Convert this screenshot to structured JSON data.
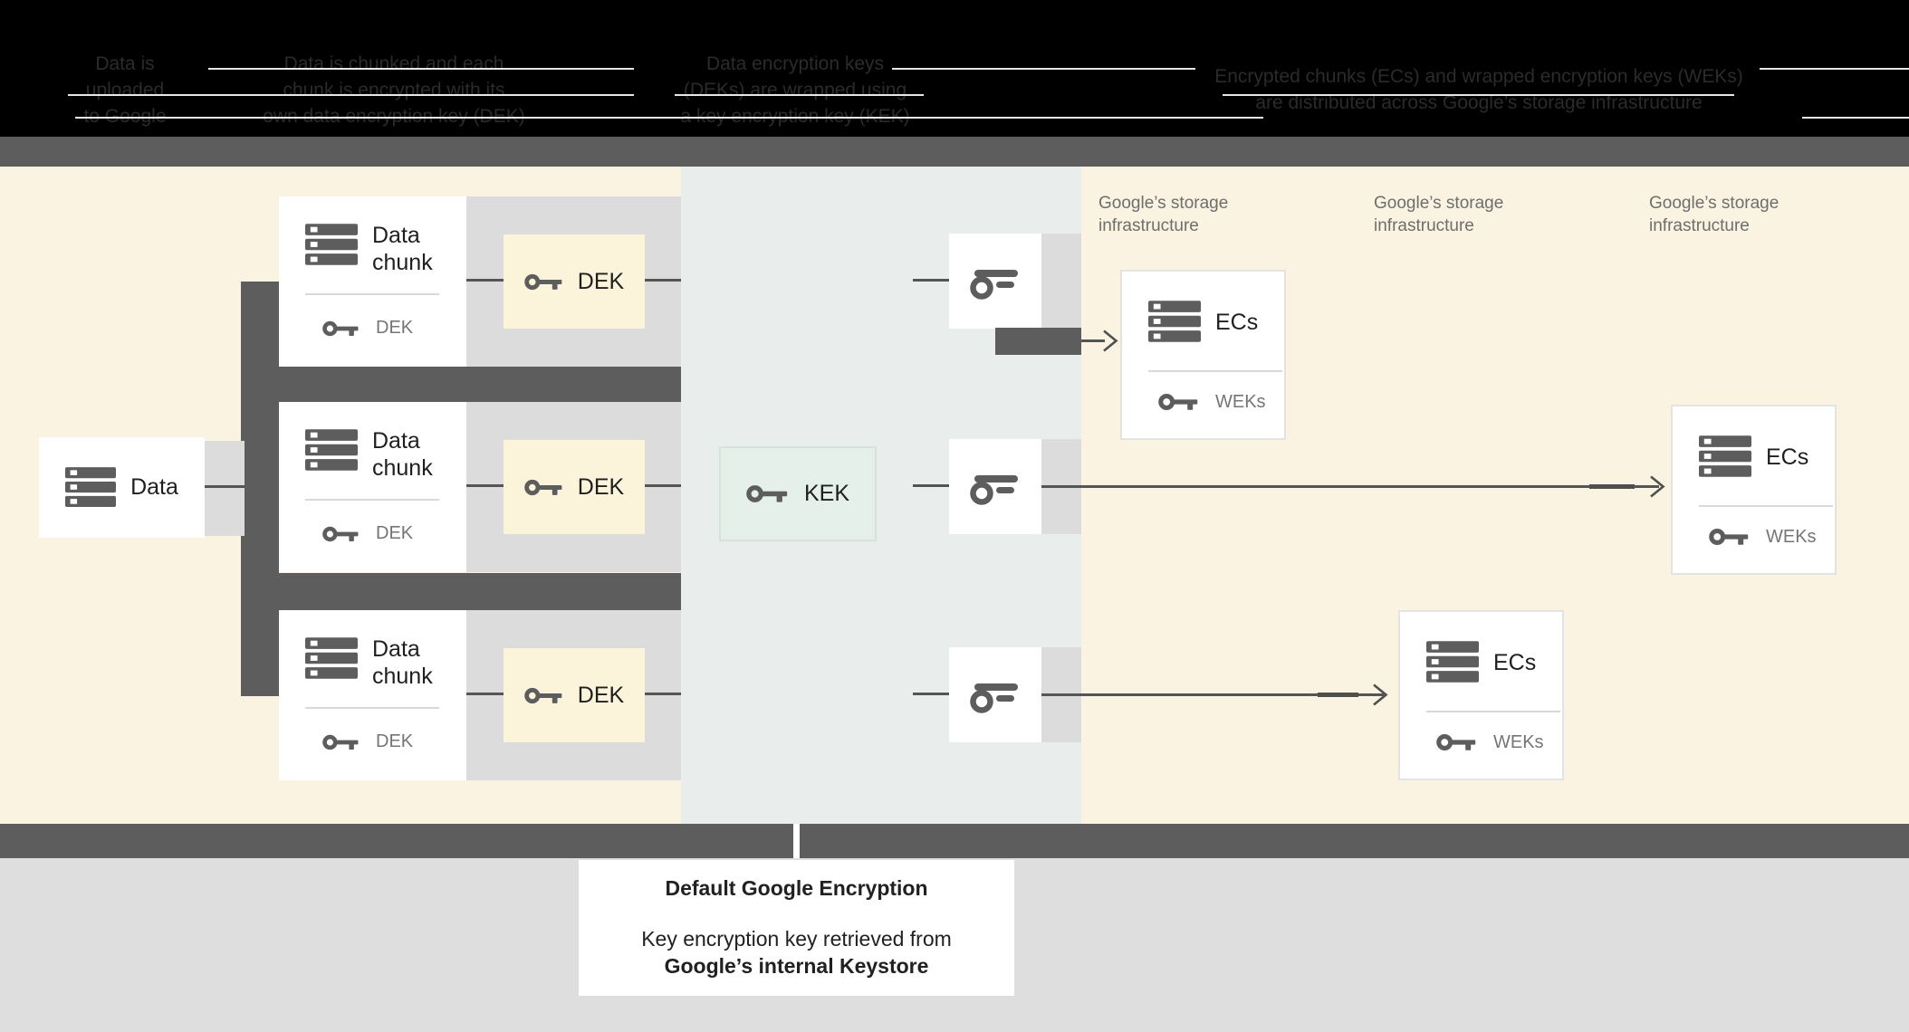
{
  "header": {
    "columns": [
      {
        "lines": [
          "Data is",
          "uploaded",
          "to Google"
        ]
      },
      {
        "lines": [
          "Data is chunked and each",
          "chunk is encrypted with its",
          "own data encryption key (DEK)"
        ]
      },
      {
        "lines": [
          "Data encryption keys",
          "(DEKs) are wrapped using",
          "a key encryption key (KEK)"
        ]
      },
      {
        "lines": [
          "Encrypted chunks (ECs) and wrapped encryption keys (WEKs)",
          "are distributed across Google’s storage infrastructure"
        ]
      }
    ]
  },
  "diagram": {
    "data_label": "Data",
    "rows": [
      {
        "chunk_title_1": "Data",
        "chunk_title_2": "chunk",
        "chunk_key_label": "DEK",
        "dek_label": "DEK"
      },
      {
        "chunk_title_1": "Data",
        "chunk_title_2": "chunk",
        "chunk_key_label": "DEK",
        "dek_label": "DEK"
      },
      {
        "chunk_title_1": "Data",
        "chunk_title_2": "chunk",
        "chunk_key_label": "DEK",
        "dek_label": "DEK"
      }
    ],
    "kek_label": "KEK",
    "storage_labels": [
      {
        "line1": "Google’s storage",
        "line2": "infrastructure"
      },
      {
        "line1": "Google’s storage",
        "line2": "infrastructure"
      },
      {
        "line1": "Google’s storage",
        "line2": "infrastructure"
      }
    ],
    "ec_boxes": [
      {
        "label": "ECs",
        "key_label": "WEKs"
      },
      {
        "label": "ECs",
        "key_label": "WEKs"
      },
      {
        "label": "ECs",
        "key_label": "WEKs"
      }
    ]
  },
  "caption": {
    "title": "Default Google Encryption",
    "line1": "Key encryption key retrieved from",
    "line2": "Google’s internal Keystore"
  },
  "colors": {
    "dark_gray": "#5d5d5d",
    "cream_background": "#faf3e1",
    "panel_background": "#e9edec",
    "dek_fill": "#fcf4da",
    "kek_fill": "#e4f0e9",
    "footer_gray": "#dedede"
  }
}
